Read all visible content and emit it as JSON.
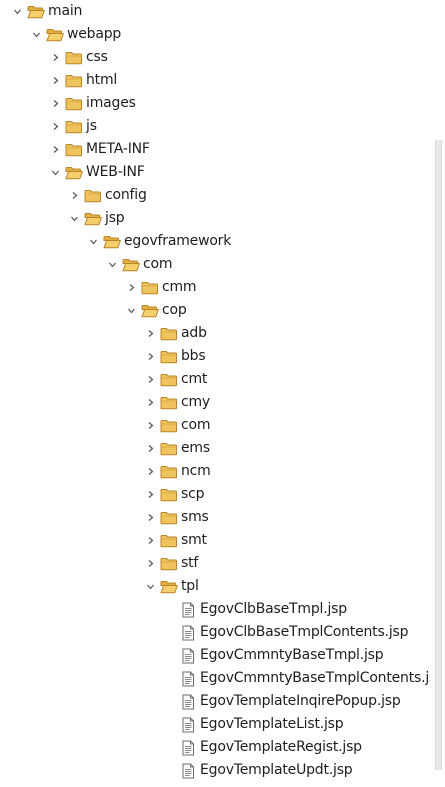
{
  "tree": [
    {
      "label": "main",
      "depth": 0,
      "kind": "folder",
      "expanded": true
    },
    {
      "label": "webapp",
      "depth": 1,
      "kind": "folder",
      "expanded": true
    },
    {
      "label": "css",
      "depth": 2,
      "kind": "folder",
      "expanded": false
    },
    {
      "label": "html",
      "depth": 2,
      "kind": "folder",
      "expanded": false
    },
    {
      "label": "images",
      "depth": 2,
      "kind": "folder",
      "expanded": false
    },
    {
      "label": "js",
      "depth": 2,
      "kind": "folder",
      "expanded": false
    },
    {
      "label": "META-INF",
      "depth": 2,
      "kind": "folder",
      "expanded": false
    },
    {
      "label": "WEB-INF",
      "depth": 2,
      "kind": "folder",
      "expanded": true
    },
    {
      "label": "config",
      "depth": 3,
      "kind": "folder",
      "expanded": false
    },
    {
      "label": "jsp",
      "depth": 3,
      "kind": "folder",
      "expanded": true
    },
    {
      "label": "egovframework",
      "depth": 4,
      "kind": "folder",
      "expanded": true
    },
    {
      "label": "com",
      "depth": 5,
      "kind": "folder",
      "expanded": true
    },
    {
      "label": "cmm",
      "depth": 6,
      "kind": "folder",
      "expanded": false
    },
    {
      "label": "cop",
      "depth": 6,
      "kind": "folder",
      "expanded": true
    },
    {
      "label": "adb",
      "depth": 7,
      "kind": "folder",
      "expanded": false
    },
    {
      "label": "bbs",
      "depth": 7,
      "kind": "folder",
      "expanded": false
    },
    {
      "label": "cmt",
      "depth": 7,
      "kind": "folder",
      "expanded": false
    },
    {
      "label": "cmy",
      "depth": 7,
      "kind": "folder",
      "expanded": false
    },
    {
      "label": "com",
      "depth": 7,
      "kind": "folder",
      "expanded": false
    },
    {
      "label": "ems",
      "depth": 7,
      "kind": "folder",
      "expanded": false
    },
    {
      "label": "ncm",
      "depth": 7,
      "kind": "folder",
      "expanded": false
    },
    {
      "label": "scp",
      "depth": 7,
      "kind": "folder",
      "expanded": false
    },
    {
      "label": "sms",
      "depth": 7,
      "kind": "folder",
      "expanded": false
    },
    {
      "label": "smt",
      "depth": 7,
      "kind": "folder",
      "expanded": false
    },
    {
      "label": "stf",
      "depth": 7,
      "kind": "folder",
      "expanded": false
    },
    {
      "label": "tpl",
      "depth": 7,
      "kind": "folder",
      "expanded": true
    },
    {
      "label": "EgovClbBaseTmpl.jsp",
      "depth": 8,
      "kind": "file"
    },
    {
      "label": "EgovClbBaseTmplContents.jsp",
      "depth": 8,
      "kind": "file"
    },
    {
      "label": "EgovCmmntyBaseTmpl.jsp",
      "depth": 8,
      "kind": "file"
    },
    {
      "label": "EgovCmmntyBaseTmplContents.jsp",
      "depth": 8,
      "kind": "file"
    },
    {
      "label": "EgovTemplateInqirePopup.jsp",
      "depth": 8,
      "kind": "file"
    },
    {
      "label": "EgovTemplateList.jsp",
      "depth": 8,
      "kind": "file"
    },
    {
      "label": "EgovTemplateRegist.jsp",
      "depth": 8,
      "kind": "file"
    },
    {
      "label": "EgovTemplateUpdt.jsp",
      "depth": 8,
      "kind": "file"
    }
  ],
  "icons": {
    "folder": "folder-icon",
    "file": "jsp-file-icon",
    "collapsed": "chevron-right-icon",
    "expanded": "chevron-down-icon"
  },
  "colors": {
    "folder_fill": "#f0c45c",
    "folder_stroke": "#b8862b",
    "chevron": "#555555"
  }
}
